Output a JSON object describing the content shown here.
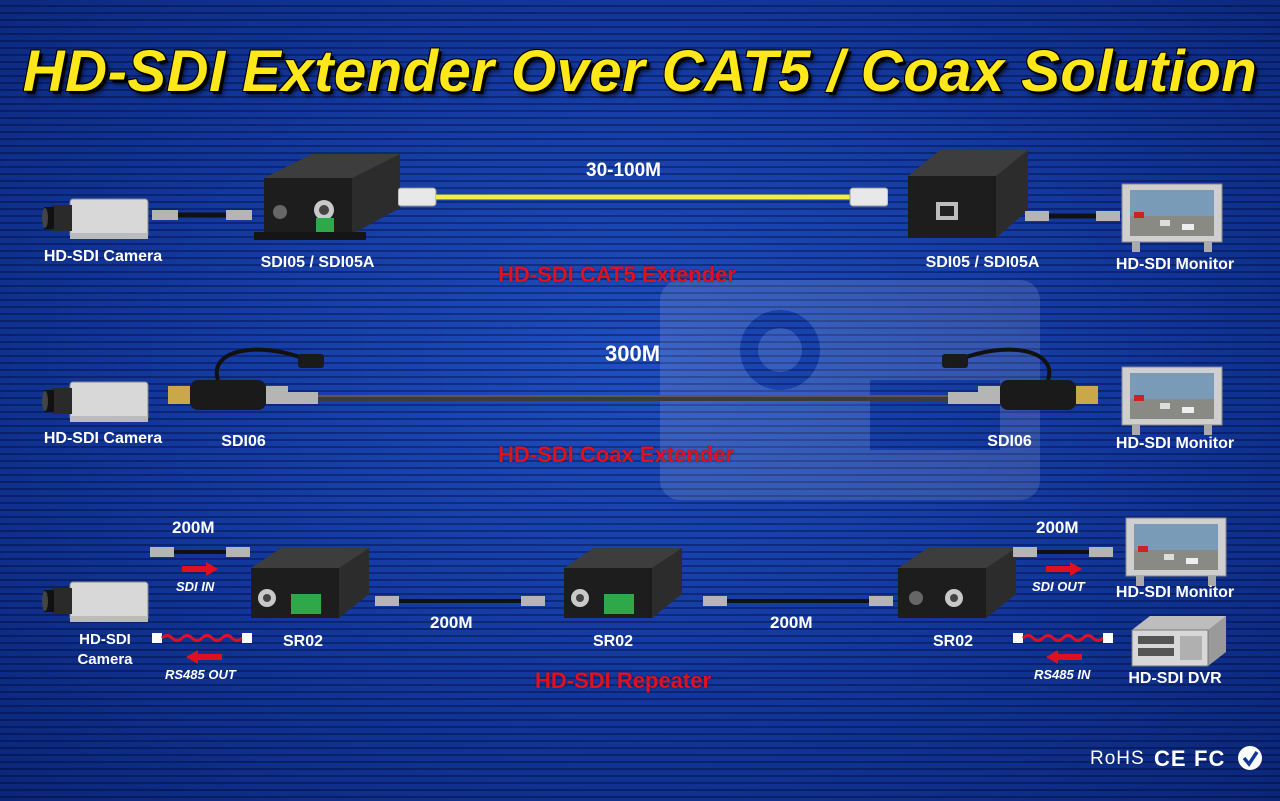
{
  "title": "HD-SDI Extender Over CAT5 / Coax Solution",
  "colors": {
    "title": "#ffe81a",
    "section": "#e01020",
    "background": "#12379b",
    "cat5_cable": "#f2ee3a"
  },
  "row1": {
    "source_label": "HD-SDI Camera",
    "left_device": "SDI05 / SDI05A",
    "distance": "30-100M",
    "right_device": "SDI05 / SDI05A",
    "sink_label": "HD-SDI Monitor",
    "section_name": "HD-SDI CAT5 Extender"
  },
  "row2": {
    "source_label": "HD-SDI Camera",
    "left_device": "SDI06",
    "distance": "300M",
    "right_device": "SDI06",
    "sink_label": "HD-SDI Monitor",
    "section_name": "HD-SDI Coax Extender"
  },
  "row3": {
    "source_label_line1": "HD-SDI",
    "source_label_line2": "Camera",
    "left_distance": "200M",
    "sdi_in": "SDI IN",
    "rs485_out": "RS485 OUT",
    "device1": "SR02",
    "mid_distance1": "200M",
    "device2": "SR02",
    "mid_distance2": "200M",
    "device3": "SR02",
    "right_distance": "200M",
    "sdi_out": "SDI OUT",
    "rs485_in": "RS485 IN",
    "monitor_label": "HD-SDI Monitor",
    "dvr_label": "HD-SDI DVR",
    "section_name": "HD-SDI Repeater"
  },
  "certifications": [
    "RoHS",
    "CE",
    "FC",
    "C-tick"
  ],
  "icons": [
    "camera-icon",
    "sdi-extender-icon",
    "rj45-plug-icon",
    "bnc-connector-icon",
    "monitor-icon",
    "balun-icon",
    "repeater-icon",
    "dvr-icon",
    "arrow-right-icon",
    "arrow-left-icon"
  ]
}
